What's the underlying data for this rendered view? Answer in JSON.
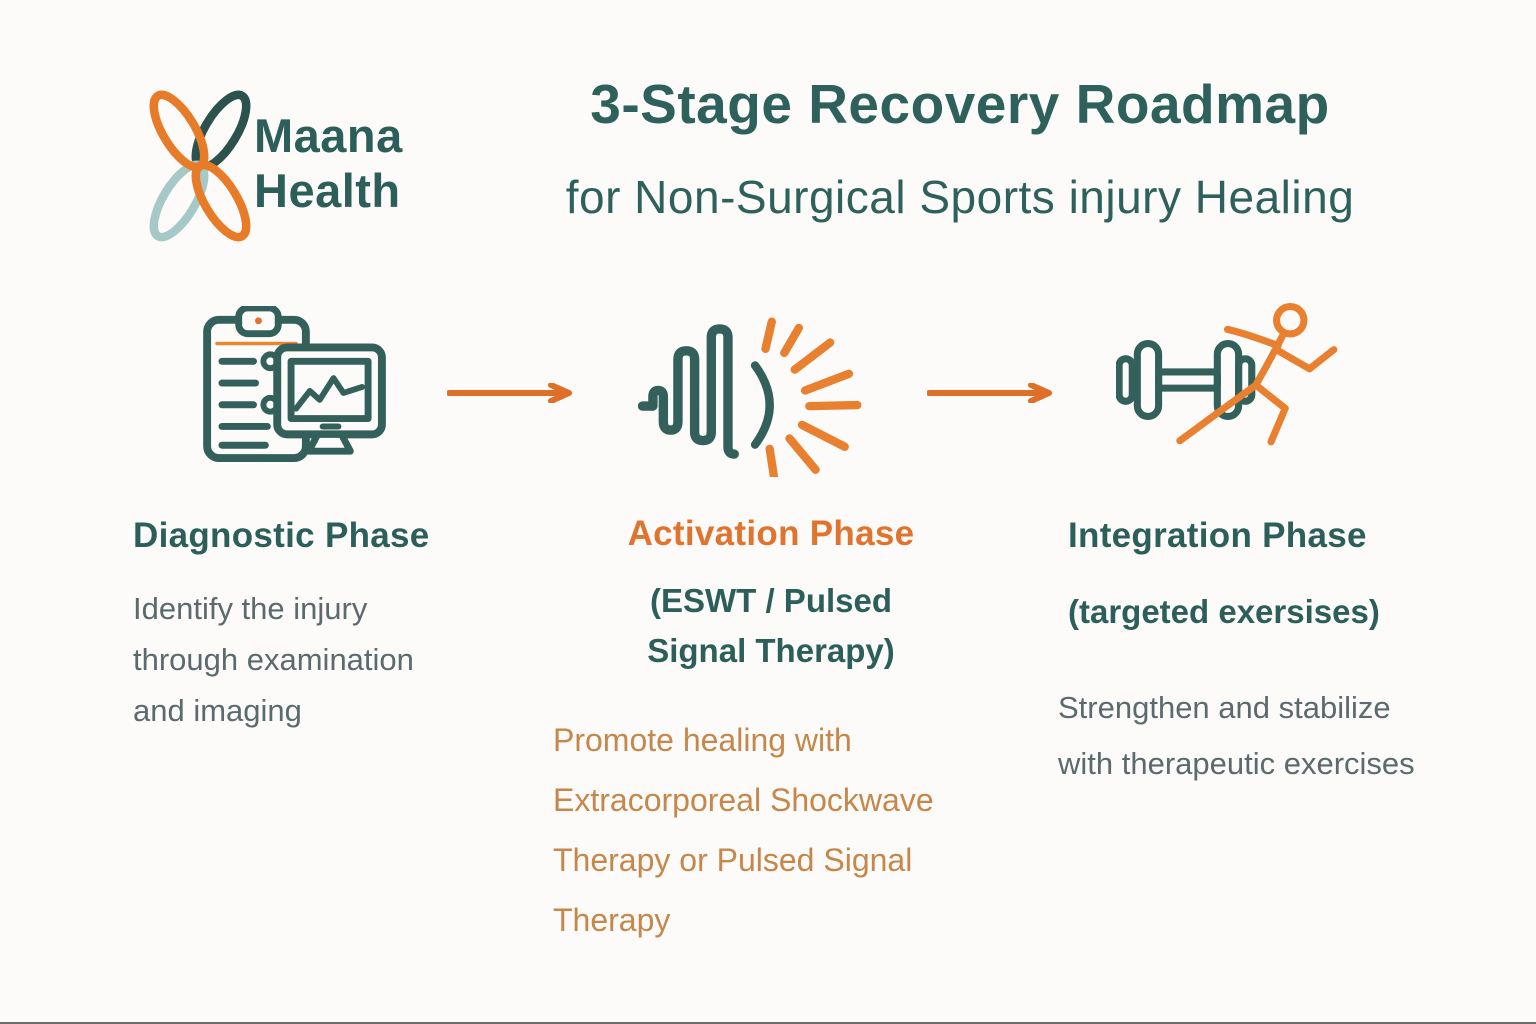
{
  "page": {
    "background": "#FCFBF9",
    "bottom_edge_color": "#4A4A4A"
  },
  "brand": {
    "logo_icon": "infinity-loops-logo",
    "name_line1": "Maana",
    "name_line2": "Health"
  },
  "header": {
    "title": "3-Stage Recovery Roadmap",
    "subtitle": "for Non-Surgical Sports injury Healing"
  },
  "colors": {
    "teal": "#2D5F5A",
    "icon_teal": "#33605A",
    "orange": "#E0742E",
    "orange_muted": "#C5874A",
    "light_blue": "#A6C9C8",
    "body_gray": "#5B6A6D"
  },
  "flow": {
    "arrow_icon": "right-arrow-icon",
    "stage_icons": [
      "clipboard-chart-icon",
      "shockwave-pulse-icon",
      "dumbbell-runner-icon"
    ]
  },
  "stages": [
    {
      "title": "Diagnostic Phase",
      "description_lines": [
        "Identify the injury",
        "through examination",
        "and imaging"
      ]
    },
    {
      "title": "Activation Phase",
      "subtitle_lines": [
        "(ESWT / Pulsed",
        "Signal Therapy)"
      ],
      "description_lines": [
        "Promote healing with",
        "Extracorporeal Shockwave",
        "Therapy or Pulsed Signal",
        "Therapy"
      ]
    },
    {
      "title": "Integration Phase",
      "subtitle_lines": [
        "(targeted exersises)"
      ],
      "description_lines": [
        "Strengthen and stabilize",
        "with therapeutic exercises"
      ]
    }
  ]
}
